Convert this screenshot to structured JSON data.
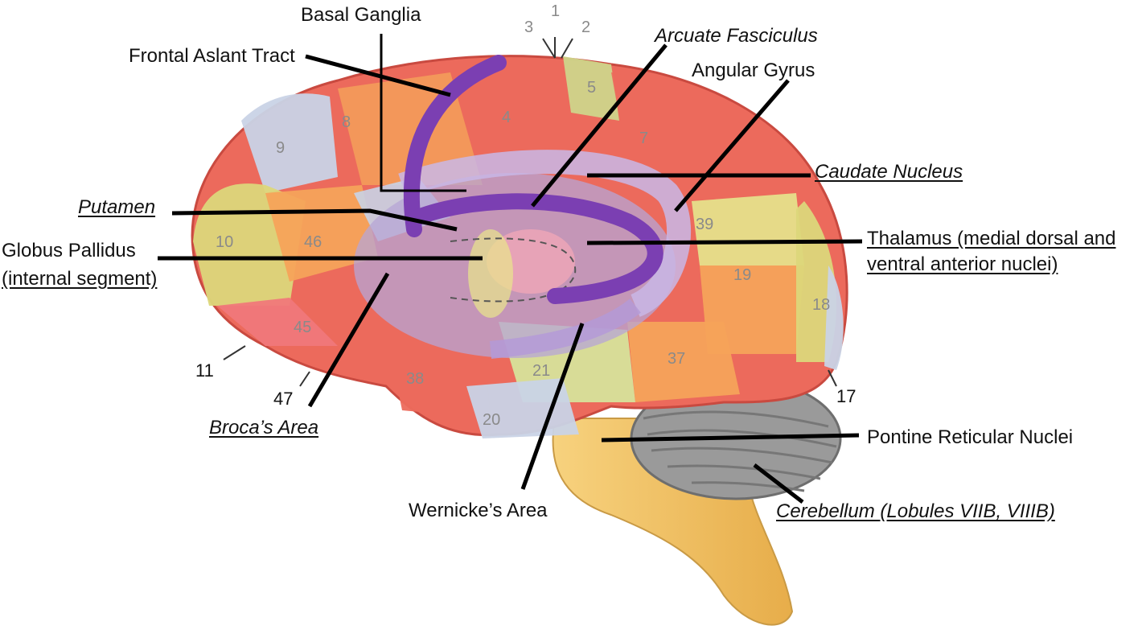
{
  "labels": {
    "basal_ganglia": "Basal Ganglia",
    "frontal_aslant": "Frontal Aslant Tract",
    "arcuate": "Arcuate Fasciculus",
    "angular_gyrus": "Angular Gyrus",
    "caudate": "Caudate Nucleus",
    "putamen": "Putamen",
    "globus_line1": "Globus Pallidus",
    "globus_line2": "(internal segment)",
    "thalamus_line1": "Thalamus (medial dorsal and",
    "thalamus_line2": "ventral anterior nuclei)",
    "broca": "Broca’s Area",
    "wernicke": "Wernicke’s Area",
    "pontine": "Pontine Reticular Nuclei",
    "cerebellum": "Cerebellum (Lobules VIIB, VIIIB)"
  },
  "brodmann": {
    "a1": "1",
    "a2": "2",
    "a3": "3",
    "a4": "4",
    "a5": "5",
    "a7": "7",
    "a8": "8",
    "a9": "9",
    "a10": "10",
    "a11": "11",
    "a17": "17",
    "a18": "18",
    "a19": "19",
    "a20": "20",
    "a21": "21",
    "a37": "37",
    "a38": "38",
    "a39": "39",
    "a45": "45",
    "a46": "46",
    "a47": "47"
  },
  "colors": {
    "tract": "#7b3fb2",
    "basal_ganglia_overlay": "#b7a6d6",
    "cortex_red": "#ec6a5c",
    "cortex_orange": "#f5a35a",
    "cortex_yellow": "#dcd77a",
    "cortex_blue": "#c9d3e6",
    "cerebellum": "#9a9a9a",
    "brainstem": "#f2c46a"
  }
}
